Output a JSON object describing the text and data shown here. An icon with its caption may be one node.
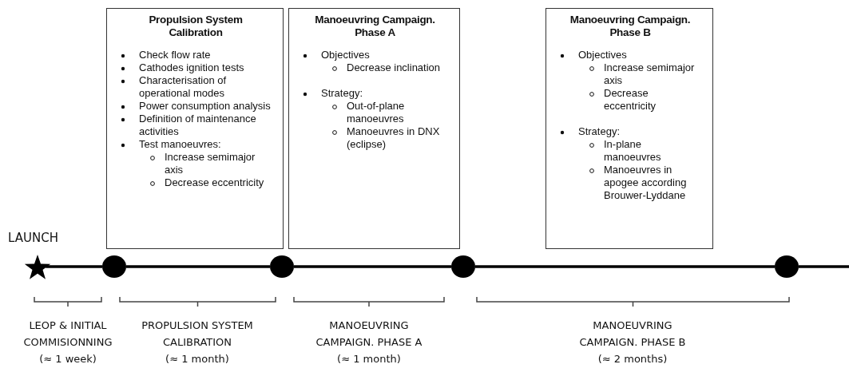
{
  "diagram": {
    "nodes": [
      {
        "text": [
          "Propulsion System Calibration",
          "Check flow rate",
          "Cathodes ignition tests",
          "Characterisation of operational modes",
          "Power consumption analysis",
          "Definition of maintenance activities",
          "Test manoeuvres:",
          "Increase semimajor axis",
          "Decrease eccentricity"
        ]
      },
      {
        "text": [
          "Manoeuvring Campaign. Phase A",
          "Objectives",
          "Decrease inclination",
          "Strategy:",
          "Out-of-plane manoeuvres",
          "Manoeuvres in DNX (eclipse)"
        ]
      },
      {
        "text": [
          "Manoeuvring Campaign. Phase B",
          "Objectives",
          "Increase semimajor axis",
          "Decrease eccentricity",
          "Strategy:",
          "In-plane manoeuvres",
          "Manoeuvres in apogee according Brouwer-Lyddane"
        ]
      },
      {
        "text": [],
        "shape": "star"
      },
      {
        "text": [],
        "shape": "circle"
      },
      {
        "text": [],
        "shape": "circle"
      },
      {
        "text": [],
        "shape": "circle"
      },
      {
        "text": [],
        "shape": "circle"
      }
    ],
    "edges": [
      {
        "from": 3,
        "to": 4,
        "arrow": "none"
      },
      {
        "from": 4,
        "to": 5,
        "arrow": "none"
      },
      {
        "from": 5,
        "to": 6,
        "arrow": "none"
      },
      {
        "from": 6,
        "to": 7,
        "arrow": "none"
      },
      {
        "from": 7,
        "to": null,
        "arrow": "none"
      }
    ],
    "labels": [
      "LAUNCH",
      "LEOP & INITIAL COMMISIONNING",
      "(≈ 1 week)",
      "PROPULSION SYSTEM CALIBRATION",
      "(≈ 1 month)",
      "MANOEUVRING CAMPAIGN. PHASE A",
      "(≈ 1 month)",
      "MANOEUVRING CAMPAIGN. PHASE B",
      "(≈ 2 months)"
    ]
  }
}
